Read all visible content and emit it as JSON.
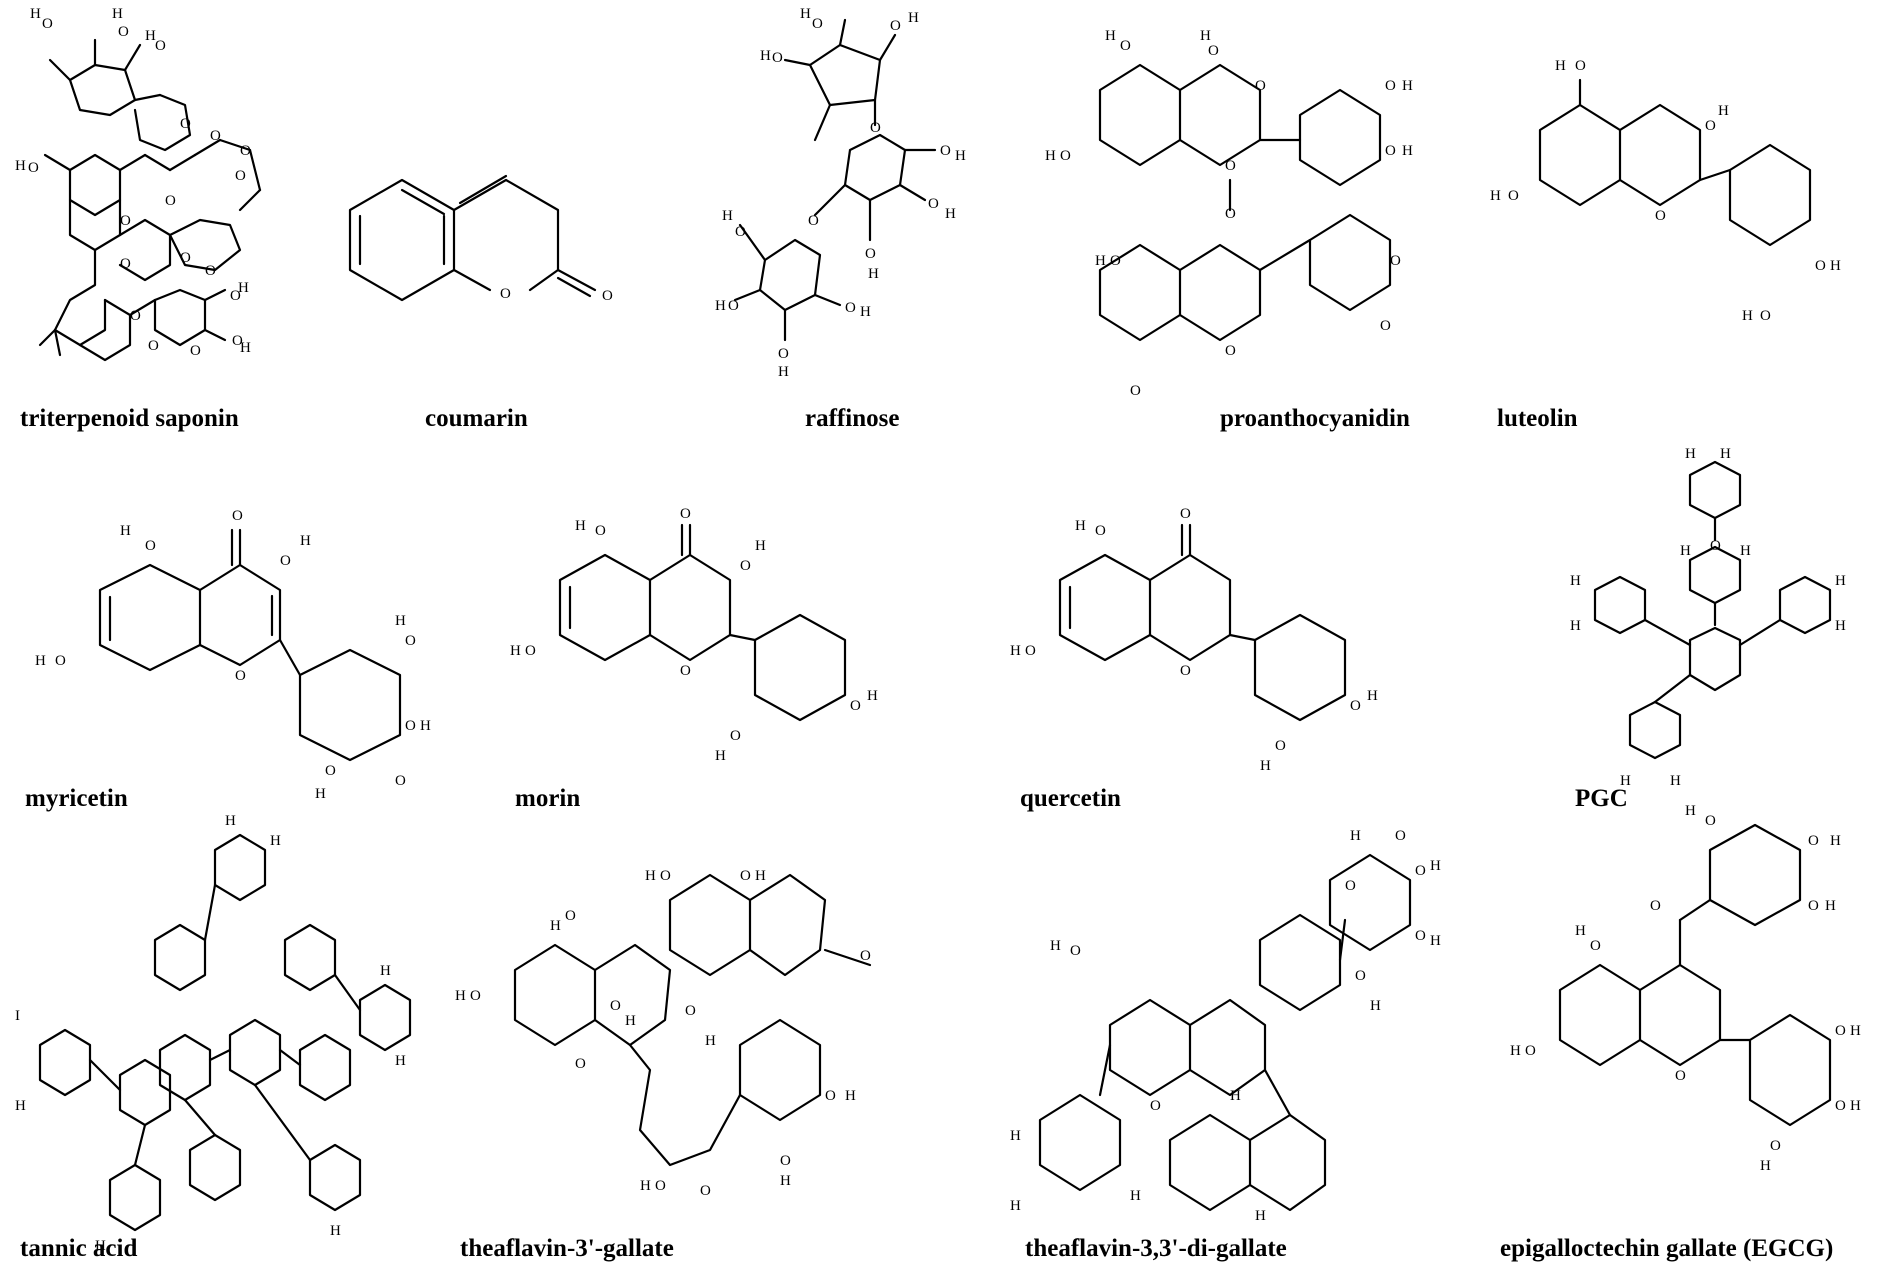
{
  "compounds": [
    {
      "name": "triterpenoid saponin"
    },
    {
      "name": "coumarin"
    },
    {
      "name": "raffinose"
    },
    {
      "name": "proanthocyanidin"
    },
    {
      "name": "luteolin"
    },
    {
      "name": "myricetin"
    },
    {
      "name": "morin"
    },
    {
      "name": "quercetin"
    },
    {
      "name": "PGC"
    },
    {
      "name": "tannic acid"
    },
    {
      "name": "theaflavin-3'-gallate"
    },
    {
      "name": "theaflavin-3,3'-di-gallate"
    },
    {
      "name": "epigalloctechin gallate (EGCG)"
    }
  ],
  "atoms": {
    "hydroxyl": "H-O",
    "oxygen": "O",
    "hydrogen": "H",
    "hydroxyl_r": "O-H"
  }
}
